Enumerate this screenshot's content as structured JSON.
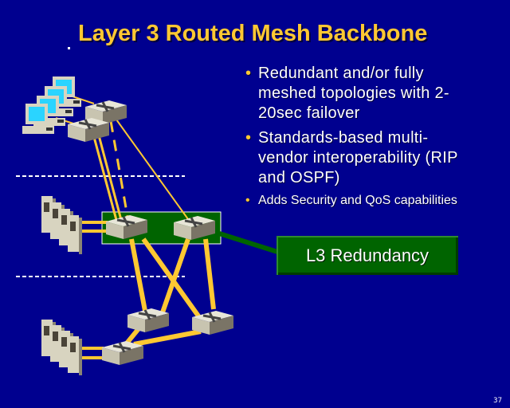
{
  "slide": {
    "title": "Layer 3 Routed Mesh Backbone",
    "page_number": "37",
    "colors": {
      "background": "#00008f",
      "title": "#ffc832",
      "link": "#ffc832",
      "backbone_highlight": "#006400"
    }
  },
  "bullets": [
    {
      "text": "Redundant and/or fully meshed topologies with 2-20sec failover",
      "size": "large"
    },
    {
      "text": "Standards-based multi-vendor interoperability (RIP and OSPF)",
      "size": "large"
    },
    {
      "text": "Adds Security and QoS capabilities",
      "size": "small"
    }
  ],
  "callout": {
    "label": "L3 Redundancy"
  },
  "diagram": {
    "nodes": [
      {
        "id": "workstations",
        "type": "workstation-group",
        "count": 4
      },
      {
        "id": "access-switch-1",
        "type": "switch"
      },
      {
        "id": "access-switch-2",
        "type": "switch"
      },
      {
        "id": "servers-top",
        "type": "server-group",
        "count": 4
      },
      {
        "id": "core-switch-1",
        "type": "switch"
      },
      {
        "id": "core-switch-2",
        "type": "switch"
      },
      {
        "id": "dist-switch-1",
        "type": "switch"
      },
      {
        "id": "dist-switch-2",
        "type": "switch"
      },
      {
        "id": "dist-switch-3",
        "type": "switch"
      },
      {
        "id": "servers-bottom",
        "type": "server-group",
        "count": 4
      }
    ],
    "links": [
      {
        "from": "workstations",
        "to": "access-switch-1",
        "style": "thin"
      },
      {
        "from": "workstations",
        "to": "access-switch-2",
        "style": "thin"
      },
      {
        "from": "access-switch-2",
        "to": "core-switch-1",
        "style": "double"
      },
      {
        "from": "access-switch-1",
        "to": "core-switch-1",
        "style": "dashed"
      },
      {
        "from": "access-switch-1",
        "to": "core-switch-2",
        "style": "thin"
      },
      {
        "from": "servers-top",
        "to": "core-switch-1",
        "style": "double"
      },
      {
        "from": "core-switch-1",
        "to": "dist-switch-1",
        "style": "thick"
      },
      {
        "from": "core-switch-1",
        "to": "dist-switch-2",
        "style": "thick"
      },
      {
        "from": "core-switch-2",
        "to": "dist-switch-1",
        "style": "thick"
      },
      {
        "from": "core-switch-2",
        "to": "dist-switch-2",
        "style": "thick"
      },
      {
        "from": "dist-switch-1",
        "to": "dist-switch-3",
        "style": "thick"
      },
      {
        "from": "dist-switch-2",
        "to": "dist-switch-3",
        "style": "thick"
      },
      {
        "from": "servers-bottom",
        "to": "dist-switch-3",
        "style": "double"
      }
    ],
    "separators": 2
  }
}
